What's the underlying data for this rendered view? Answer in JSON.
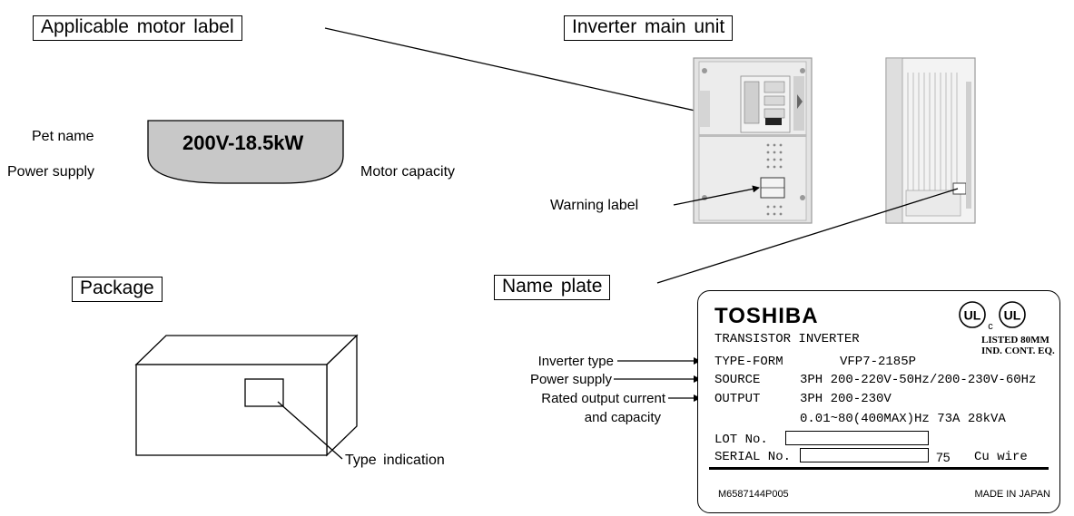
{
  "titles": {
    "applicable_motor_label": "Applicable motor label",
    "inverter_main_unit": "Inverter main unit",
    "package": "Package",
    "name_plate": "Name plate"
  },
  "motor_label": {
    "rating": "200V-18.5kW",
    "pet_name": "Pet name",
    "power_supply": "Power supply",
    "motor_capacity": "Motor capacity"
  },
  "unit": {
    "warning_label": "Warning label"
  },
  "package": {
    "type_indication": "Type indication"
  },
  "callouts": {
    "inverter_type": "Inverter type",
    "power_supply": "Power supply",
    "rated_output_line1": "Rated output current",
    "rated_output_line2": "and capacity"
  },
  "nameplate": {
    "brand": "TOSHIBA",
    "ul_marks": "UL c UL",
    "listed": "LISTED 80MM",
    "listed_sub": "IND. CONT. EQ.",
    "product": "TRANSISTOR INVERTER",
    "type_form_label": "TYPE-FORM",
    "type_form_value": "VFP7-2185P",
    "source_label": "SOURCE",
    "source_value": "3PH 200-220V-50Hz/200-230V-60Hz",
    "output_label": "OUTPUT",
    "output_value1": "3PH 200-230V",
    "output_value2": "0.01~80(400MAX)Hz 73A 28kVA",
    "lot_label": "LOT No.",
    "serial_label": "SERIAL No.",
    "serial_suffix_num": "75",
    "serial_suffix_text": "Cu wire",
    "code": "M6587144P005",
    "origin": "MADE IN JAPAN"
  },
  "colors": {
    "motor_label_fill": "#c8c8c8",
    "unit_body": "#e6e6e6",
    "unit_shadow": "#9a9a9a"
  }
}
